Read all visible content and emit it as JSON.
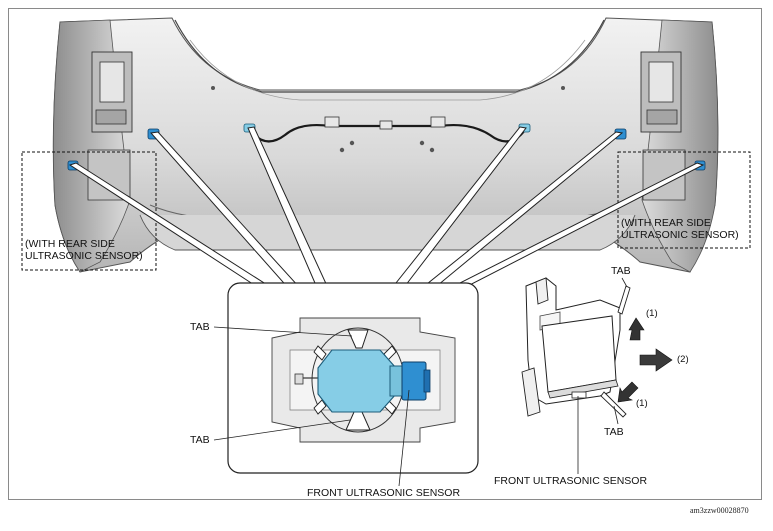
{
  "labels": {
    "with_rear_side_left_line1": "(WITH REAR SIDE",
    "with_rear_side_left_line2": "ULTRASONIC SENSOR)",
    "with_rear_side_right_line1": "(WITH REAR SIDE",
    "with_rear_side_right_line2": "ULTRASONIC SENSOR)",
    "tab_upper_inset": "TAB",
    "tab_lower_inset": "TAB",
    "front_sensor_inset": "FRONT ULTRASONIC SENSOR",
    "tab_right_top": "TAB",
    "tab_right_bottom": "TAB",
    "step_1_top": "(1)",
    "step_2": "(2)",
    "step_1_bottom": "(1)",
    "front_sensor_right": "FRONT ULTRASONIC SENSOR"
  },
  "reference_code": "am3zzw00028870",
  "colors": {
    "sensor_fill": "#86cde6",
    "sensor_stroke": "#1d5d7a",
    "sensor_dark": "#2f8fd1",
    "bumper_light": "#eeeeee",
    "bumper_mid": "#c9c9c9",
    "bumper_dark": "#7d7d7d",
    "outline": "#222222"
  }
}
